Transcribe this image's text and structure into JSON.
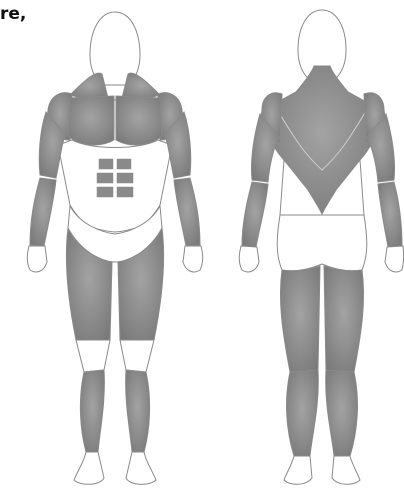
{
  "caption_fragment": "re,",
  "colors": {
    "muscle": "#808080",
    "muscle_center_highlight": "#9a9a9a",
    "skin_fill": "#ffffff",
    "outline": "#8a8a8a",
    "inner_line": "#cfcfcf",
    "text": "#111111"
  },
  "figures": [
    {
      "view": "front"
    },
    {
      "view": "back"
    }
  ]
}
